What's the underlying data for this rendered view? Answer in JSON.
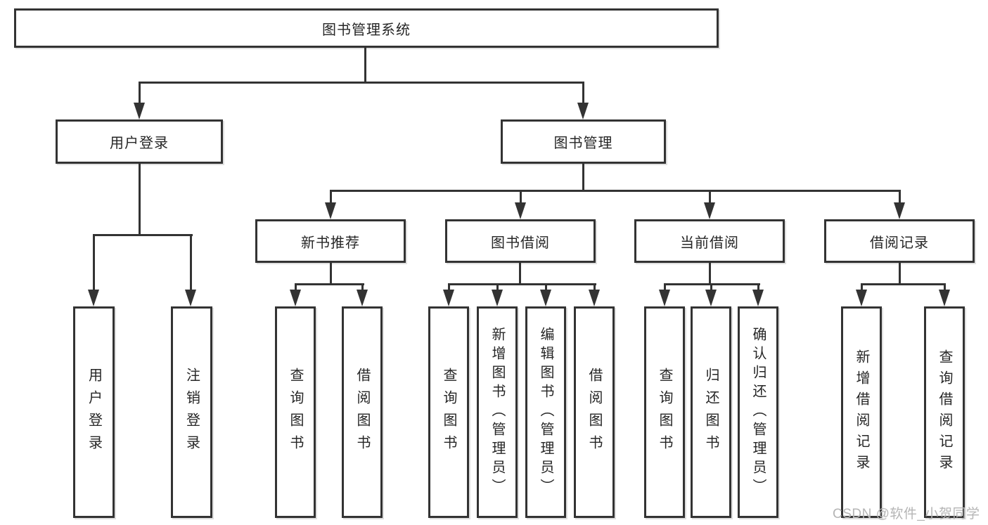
{
  "tree": {
    "root": "图书管理系统",
    "level2": {
      "user_login": "用户登录",
      "book_mgmt": "图书管理"
    },
    "level3": {
      "new_books": "新书推荐",
      "book_borrow": "图书借阅",
      "current_borrow": "当前借阅",
      "borrow_records": "借阅记录"
    },
    "leaves": {
      "user_login": "用户登录",
      "logout": "注销登录",
      "nb_query_books": "查询图书",
      "nb_borrow_books": "借阅图书",
      "bw_query_books": "查询图书",
      "bw_add_books": "新增图书（管理员）",
      "bw_edit_books": "编辑图书（管理员）",
      "bw_borrow_books": "借阅图书",
      "cur_query_books": "查询图书",
      "cur_return_books": "归还图书",
      "cur_confirm_return": "确认归还（管理员）",
      "rec_add_record": "新增借阅记录",
      "rec_query_record": "查询借阅记录"
    }
  },
  "watermark": "CSDN @软件_小贺同学",
  "colors": {
    "line": "#333333",
    "box_border": "#333333",
    "text": "#262626",
    "watermark_text": "#b5b5b5",
    "background": "#ffffff"
  }
}
